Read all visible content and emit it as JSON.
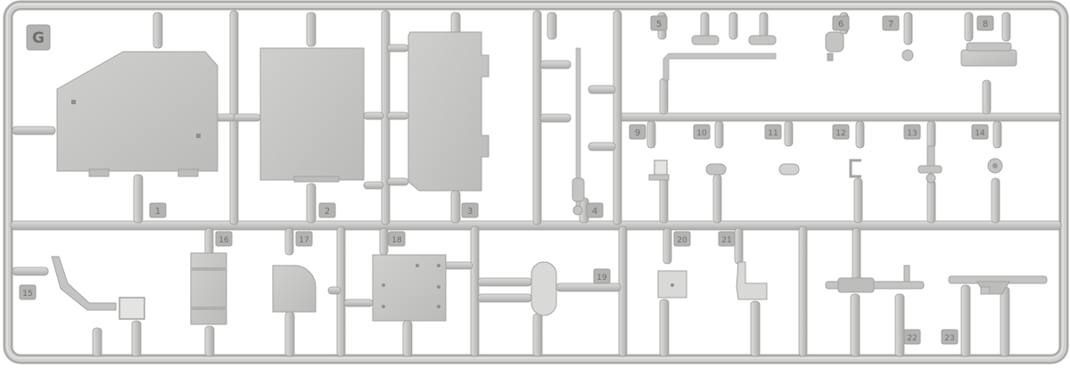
{
  "sprue": {
    "letter": "G",
    "colors": {
      "plastic": "#c9cac7",
      "plastic_light": "#d6d7d4",
      "plastic_dark": "#a9aaa7",
      "outline": "#8f908d",
      "tag": "#b3b4b1",
      "tag_text": "#6f706d"
    }
  },
  "parts": [
    {
      "number": "1"
    },
    {
      "number": "2"
    },
    {
      "number": "3"
    },
    {
      "number": "4"
    },
    {
      "number": "5"
    },
    {
      "number": "6"
    },
    {
      "number": "7"
    },
    {
      "number": "8"
    },
    {
      "number": "9"
    },
    {
      "number": "10"
    },
    {
      "number": "11"
    },
    {
      "number": "12"
    },
    {
      "number": "13"
    },
    {
      "number": "14"
    },
    {
      "number": "15"
    },
    {
      "number": "16"
    },
    {
      "number": "17"
    },
    {
      "number": "18"
    },
    {
      "number": "19"
    },
    {
      "number": "20"
    },
    {
      "number": "21"
    },
    {
      "number": "22"
    },
    {
      "number": "23"
    }
  ]
}
